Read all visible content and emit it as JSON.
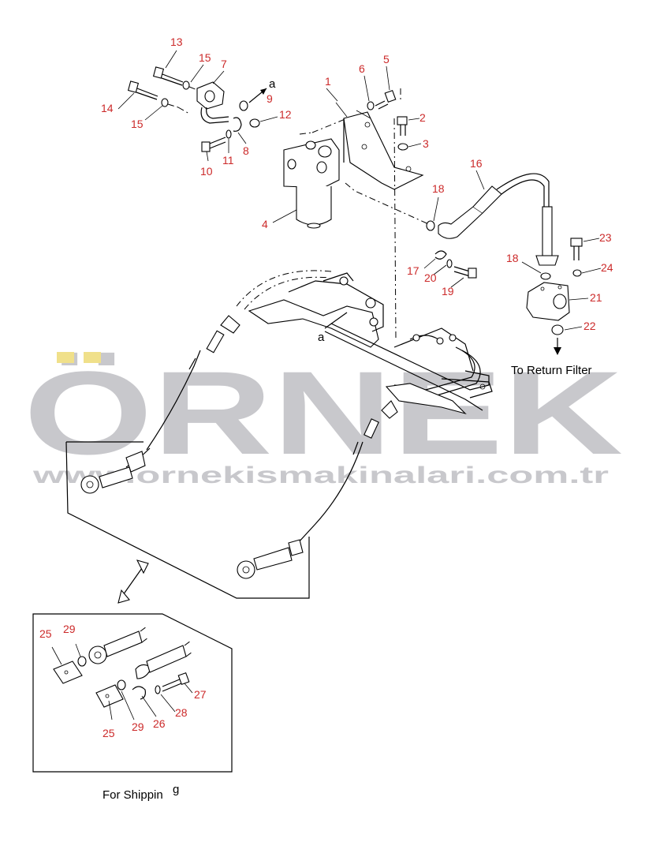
{
  "watermark": {
    "brand": "ÖRNEK",
    "url": "www.ornekismakinalari.com.tr",
    "umlaut_color": "#f0e08a",
    "text_color": "#c8c8cc"
  },
  "notes": {
    "to_return_filter": "To Return Filter",
    "for_shipping": "For Shippin",
    "for_shipping_tail": "g",
    "marker_a_top": "a",
    "marker_a_mid": "a"
  },
  "labels": [
    "13",
    "15",
    "7",
    "14",
    "15",
    "9",
    "6",
    "5",
    "1",
    "12",
    "2",
    "3",
    "10",
    "11",
    "8",
    "4",
    "16",
    "18",
    "17",
    "20",
    "19",
    "23",
    "18",
    "24",
    "21",
    "22",
    "25",
    "29",
    "28",
    "27",
    "26",
    "29",
    "25"
  ],
  "label_color": "#cc2a2a"
}
